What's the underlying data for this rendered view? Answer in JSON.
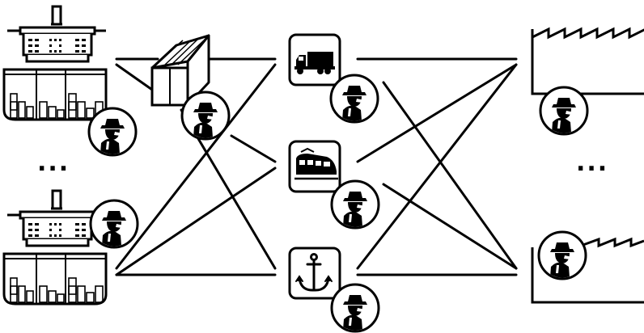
{
  "diagram": {
    "left_ellipsis": "...",
    "right_ellipsis": "...",
    "nodes": {
      "ships": [
        "container-ship",
        "container-ship"
      ],
      "container": "shipping-container",
      "modes": [
        "truck-icon",
        "train-icon",
        "anchor-icon"
      ],
      "destinations": [
        "factory",
        "factory"
      ],
      "agent_icon": "detective-agent-icon"
    },
    "colors": {
      "stroke": "#000000",
      "background": "#ffffff",
      "agent_fill": "#000000"
    }
  }
}
